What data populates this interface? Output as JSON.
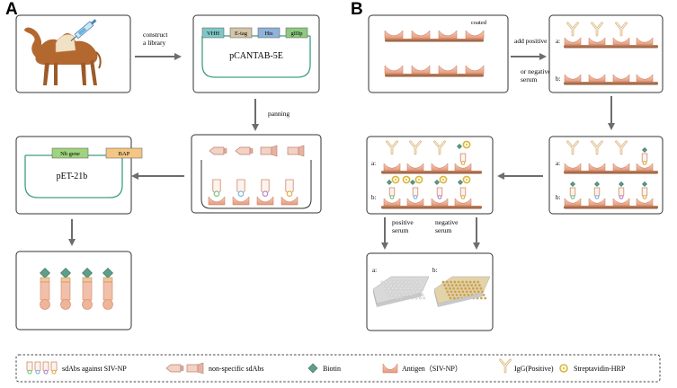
{
  "panels": {
    "a": "A",
    "b": "B"
  },
  "workflow_a": {
    "construct_label_line1": "construct",
    "construct_label_line2": "a library",
    "panning_label": "panning",
    "vector1": {
      "name": "pCANTAB-5E",
      "segments": [
        {
          "label": "VHH",
          "color": "#7fc7c6"
        },
        {
          "label": "E-tag",
          "color": "#d4c5a9"
        },
        {
          "label": "His",
          "color": "#8fb3d9"
        },
        {
          "label": "gIIIp",
          "color": "#8ec97f"
        }
      ]
    },
    "vector2": {
      "name": "pET-21b",
      "segments": [
        {
          "label": "Nb gene",
          "color": "#9fd37d"
        },
        {
          "label": "BAP",
          "color": "#f3c684"
        }
      ]
    }
  },
  "workflow_b": {
    "coated_label": "coated",
    "add_label_line1": "add positive",
    "add_label_line2": "or negative",
    "add_label_line3": "serum",
    "row_a": "a:",
    "row_b": "b:",
    "positive_line1": "positive",
    "positive_line2": "serum",
    "negative_line1": "negative",
    "negative_line2": "serum",
    "plate_a": "a:",
    "plate_b": "b:"
  },
  "legend": {
    "items": [
      {
        "name": "sdabs",
        "label": "sdAbs against SIV-NP"
      },
      {
        "name": "nonspecific",
        "label": "non-specific sdAbs"
      },
      {
        "name": "biotin",
        "label": "Biotin"
      },
      {
        "name": "antigen",
        "label": "Antigen（SIV-NP）"
      },
      {
        "name": "igg",
        "label": "IgG(Positive)"
      },
      {
        "name": "strep",
        "label": "Streptavidin-HRP"
      }
    ]
  },
  "colors": {
    "antigen": "#e9a184",
    "antigen_dark": "#c9714f",
    "plate_bar": "#a86a4a",
    "arrow": "#6d6d6d",
    "biotin": "#5f9f8a",
    "igg": "#d9b57a",
    "strep": "#d8b53a",
    "box_border": "#333333",
    "vector_line": "#3f9f82"
  }
}
